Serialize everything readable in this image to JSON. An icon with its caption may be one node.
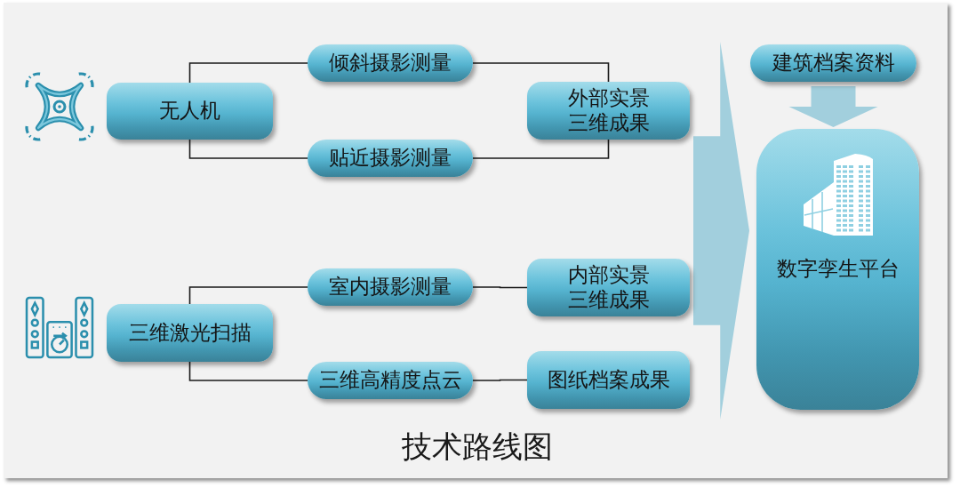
{
  "diagram": {
    "caption": "技术路线图",
    "nodes": [
      {
        "text": [
          "无人机"
        ]
      },
      {
        "text": [
          "倾斜摄影测量"
        ]
      },
      {
        "text": [
          "贴近摄影测量"
        ]
      },
      {
        "text": [
          "外部实景三维成果"
        ]
      },
      {
        "text": [
          "三维激光扫描"
        ]
      },
      {
        "text": [
          "室内摄影测量"
        ]
      },
      {
        "text": [
          "三维高精度点云"
        ]
      },
      {
        "text": [
          "内部实景三维成果"
        ]
      },
      {
        "text": [
          "图纸档案成果"
        ]
      },
      {
        "text": [
          "建筑档案资料"
        ]
      },
      {
        "text": [
          "数字孪生平台"
        ]
      }
    ],
    "edges": [
      {
        "from": 0,
        "to": 1,
        "arrow": "none"
      },
      {
        "from": 0,
        "to": 2,
        "arrow": "none"
      },
      {
        "from": 1,
        "to": 3,
        "arrow": "none"
      },
      {
        "from": 2,
        "to": 3,
        "arrow": "none"
      },
      {
        "from": 4,
        "to": 5,
        "arrow": "none"
      },
      {
        "from": 4,
        "to": 6,
        "arrow": "none"
      },
      {
        "from": 5,
        "to": 7,
        "arrow": "none"
      },
      {
        "from": 6,
        "to": 8,
        "arrow": "none"
      },
      {
        "from": 3,
        "to": 10,
        "arrow": "to",
        "style": "thick",
        "color": "#a2cfdd"
      },
      {
        "from": 7,
        "to": 10,
        "arrow": "to",
        "style": "thick",
        "color": "#a2cfdd"
      },
      {
        "from": 8,
        "to": 10,
        "arrow": "to",
        "style": "thick",
        "color": "#a2cfdd"
      },
      {
        "from": 9,
        "to": 10,
        "arrow": "to",
        "style": "thick",
        "color": "#a2cfdd"
      }
    ]
  }
}
